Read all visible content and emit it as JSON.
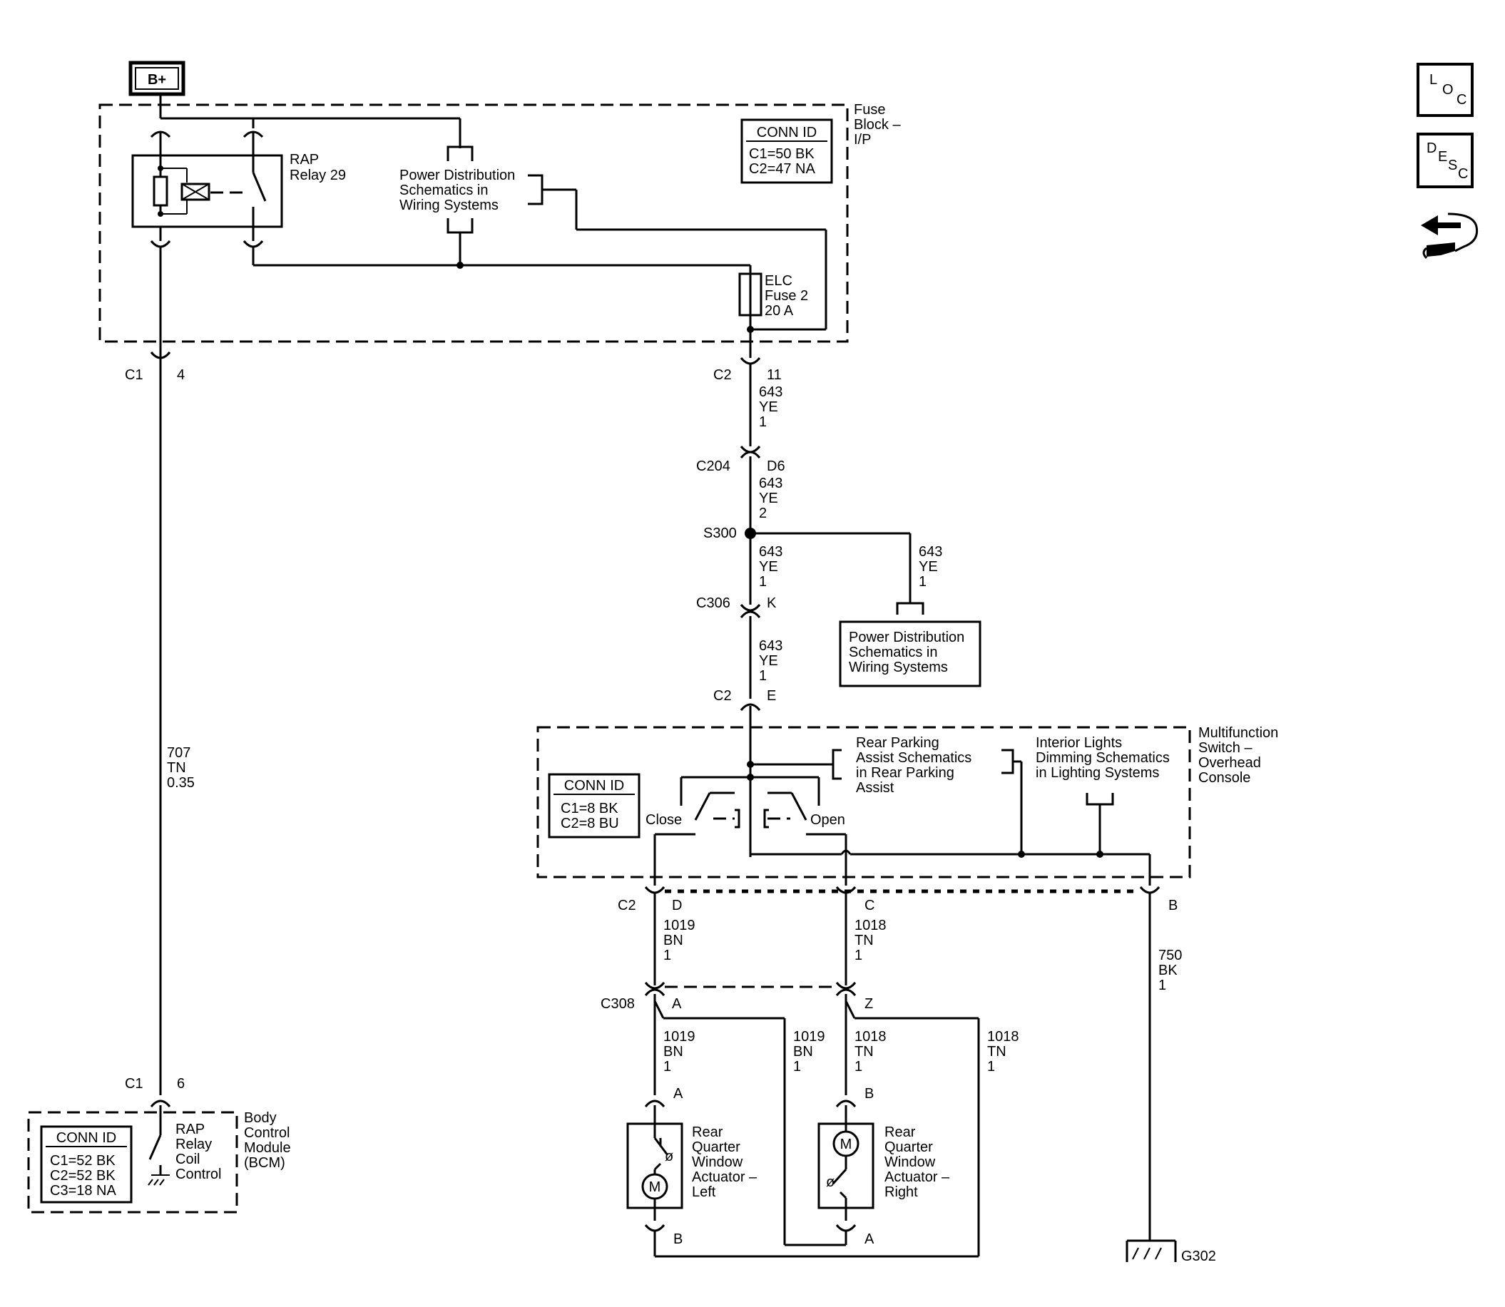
{
  "battery": {
    "label": "B+"
  },
  "fuse_block": {
    "label": [
      "Fuse",
      "Block –",
      "I/P"
    ],
    "conn_id": {
      "title": "CONN ID",
      "rows": [
        "C1=50 BK",
        "C2=47 NA"
      ]
    }
  },
  "rap_relay": {
    "label": [
      "RAP",
      "Relay 29"
    ]
  },
  "power_dist_ref_top": {
    "lines": [
      "Power Distribution",
      "Schematics in",
      "Wiring Systems"
    ]
  },
  "elc_fuse": {
    "label": [
      "ELC",
      "Fuse 2",
      "20 A"
    ]
  },
  "connectors": {
    "c1_4": {
      "name": "C1",
      "pin": "4"
    },
    "c2_11": {
      "name": "C2",
      "pin": "11"
    },
    "c204": {
      "name": "C204",
      "pin": "D6"
    },
    "s300": {
      "name": "S300"
    },
    "c306": {
      "name": "C306",
      "pin": "K"
    },
    "c2_e": {
      "name": "C2",
      "pin": "E"
    },
    "c2_d": {
      "name": "C2",
      "pin": "D"
    },
    "c2_c": {
      "pin": "C"
    },
    "c2_b": {
      "pin": "B"
    },
    "c308_a": {
      "name": "C308",
      "pin": "A"
    },
    "c308_z": {
      "pin": "Z"
    },
    "c1_6": {
      "name": "C1",
      "pin": "6"
    },
    "act_left_a": {
      "pin": "A"
    },
    "act_left_b": {
      "pin": "B"
    },
    "act_right_b": {
      "pin": "B"
    },
    "act_right_a": {
      "pin": "A"
    }
  },
  "wires": {
    "w643_1": [
      "643",
      "YE",
      "1"
    ],
    "w643_2": [
      "643",
      "YE",
      "2"
    ],
    "w643_3": [
      "643",
      "YE",
      "1"
    ],
    "w643_4": [
      "643",
      "YE",
      "1"
    ],
    "w643_branch": [
      "643",
      "YE",
      "1"
    ],
    "w707": [
      "707",
      "TN",
      "0.35"
    ],
    "w1019_a": [
      "1019",
      "BN",
      "1"
    ],
    "w1018_a": [
      "1018",
      "TN",
      "1"
    ],
    "w750": [
      "750",
      "BK",
      "1"
    ],
    "w1019_b": [
      "1019",
      "BN",
      "1"
    ],
    "w1019_c": [
      "1019",
      "BN",
      "1"
    ],
    "w1018_b": [
      "1018",
      "TN",
      "1"
    ],
    "w1018_c": [
      "1018",
      "TN",
      "1"
    ]
  },
  "power_dist_ref_bottom": {
    "lines": [
      "Power Distribution",
      "Schematics in",
      "Wiring Systems"
    ]
  },
  "multifunction_switch": {
    "label": [
      "Multifunction",
      "Switch –",
      "Overhead",
      "Console"
    ],
    "conn_id": {
      "title": "CONN ID",
      "rows": [
        "C1=8 BK",
        "C2=8 BU"
      ]
    },
    "close_label": "Close",
    "open_label": "Open"
  },
  "rear_parking_ref": {
    "lines": [
      "Rear Parking",
      "Assist Schematics",
      "in Rear Parking",
      "Assist"
    ]
  },
  "interior_lights_ref": {
    "lines": [
      "Interior Lights",
      "Dimming Schematics",
      "in Lighting Systems"
    ]
  },
  "bcm": {
    "label": [
      "Body",
      "Control",
      "Module",
      "(BCM)"
    ],
    "conn_id": {
      "title": "CONN ID",
      "rows": [
        "C1=52 BK",
        "C2=52 BK",
        "C3=18 NA"
      ]
    },
    "switch_label": [
      "RAP",
      "Relay",
      "Coil",
      "Control"
    ]
  },
  "actuator_left": {
    "label": [
      "Rear",
      "Quarter",
      "Window",
      "Actuator –",
      "Left"
    ],
    "motor": "M"
  },
  "actuator_right": {
    "label": [
      "Rear",
      "Quarter",
      "Window",
      "Actuator –",
      "Right"
    ],
    "motor": "M"
  },
  "ground": {
    "label": "G302"
  },
  "nav": {
    "loc": {
      "letters": [
        "L",
        "O",
        "C"
      ]
    },
    "desc": {
      "letters": [
        "D",
        "E",
        "S",
        "C"
      ]
    }
  }
}
